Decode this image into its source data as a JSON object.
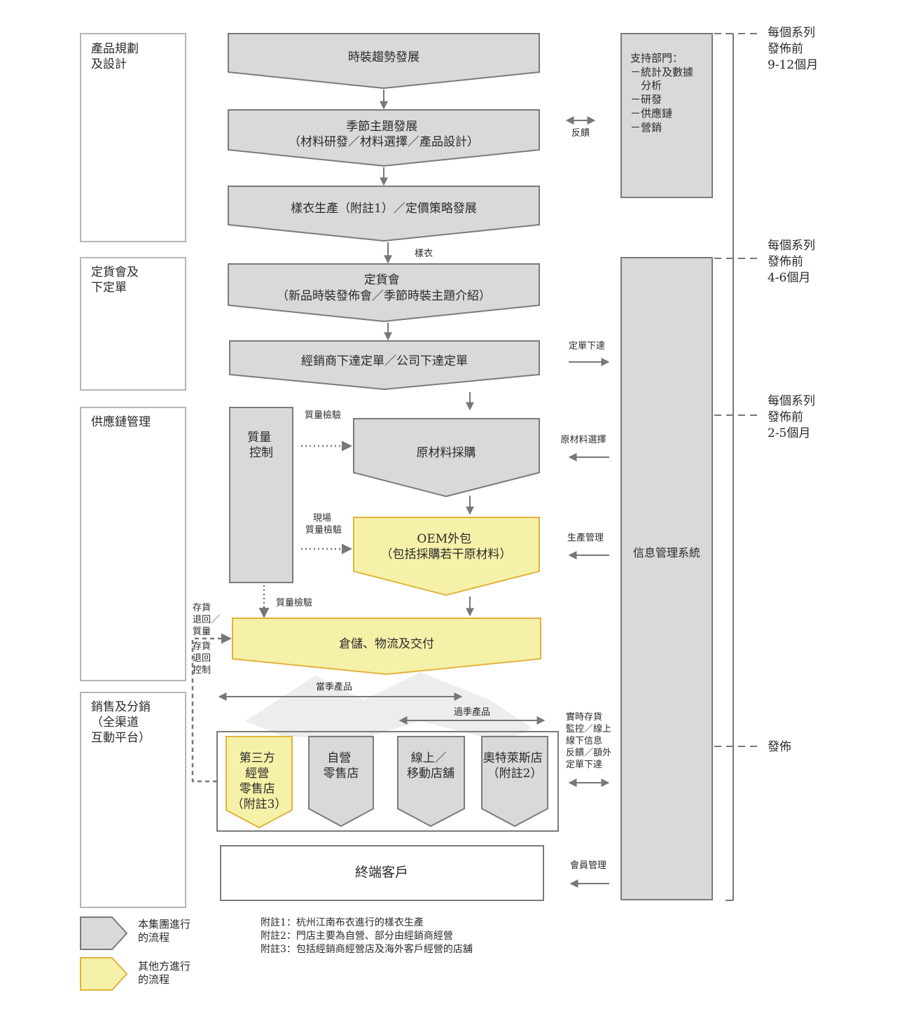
{
  "colors": {
    "gray_fill": "#d9d9d9",
    "gray_stroke": "#7a7a7a",
    "yellow_fill": "#f6f1a8",
    "yellow_stroke": "#e2b23c",
    "frame": "#b5b5b5",
    "arrow": "#777777"
  },
  "stages": [
    {
      "lines": [
        "產品規劃",
        "及設計"
      ]
    },
    {
      "lines": [
        "定貨會及",
        "下定單"
      ]
    },
    {
      "lines": [
        "供應鏈管理"
      ]
    },
    {
      "lines": [
        "銷售及分銷",
        "（全渠道",
        "互動平台）"
      ]
    }
  ],
  "steps": {
    "trend": [
      "時裝趨勢發展"
    ],
    "theme": [
      "季節主題發展",
      "（材料研發／材料選擇／產品設計）"
    ],
    "sample": [
      "樣衣生產（附註1）／定價策略發展"
    ],
    "fair": [
      "定貨會",
      "（新品時裝發佈會／季節時裝主題介紹）"
    ],
    "orders": [
      "經銷商下達定單／公司下達定單"
    ],
    "qc": [
      "質量",
      "控制"
    ],
    "procure": [
      "原材料採購"
    ],
    "oem": [
      "OEM外包",
      "（包括採購若干原材料）"
    ],
    "warehouse": [
      "倉儲、物流及交付"
    ],
    "customer": [
      "終端客戶"
    ]
  },
  "channels": [
    {
      "lines": [
        "第三方",
        "經營",
        "零售店",
        "（附註3）"
      ],
      "highlight": true
    },
    {
      "lines": [
        "自營",
        "零售店"
      ],
      "highlight": false
    },
    {
      "lines": [
        "線上／",
        "移動店舖"
      ],
      "highlight": false
    },
    {
      "lines": [
        "奧特萊斯店",
        "（附註2）"
      ],
      "highlight": false
    }
  ],
  "support": {
    "lines": [
      "支持部門：",
      "－統計及數據",
      "　分析",
      "－研發",
      "－供應鏈",
      "－營銷"
    ]
  },
  "info_system": {
    "label": "信息管理系統"
  },
  "flow_labels": {
    "feedback": "反饋",
    "sample_garment": "樣衣",
    "order_issue": "定單下達",
    "material_select": "原材料選擇",
    "production_mgmt": "生產管理",
    "qc_inspect_1": "質量檢驗",
    "qc_inspect_onsite": [
      "現場",
      "質量檢驗"
    ],
    "qc_inspect_2": "質量檢驗",
    "return_left": [
      "存貨",
      "退回／",
      "質量"
    ],
    "return_right": [
      "存貨",
      "退回",
      "控制"
    ],
    "current_season": "當季產品",
    "past_season": "過季產品",
    "realtime": [
      "實時存貨",
      "監控／線上",
      "線下信息",
      "反饋／額外",
      "定單下達"
    ],
    "member_mgmt": "會員管理"
  },
  "timeline": [
    {
      "lines": [
        "每個系列",
        "發佈前",
        "9-12個月"
      ]
    },
    {
      "lines": [
        "每個系列",
        "發佈前",
        "4-6個月"
      ]
    },
    {
      "lines": [
        "每個系列",
        "發佈前",
        "2-5個月"
      ]
    },
    {
      "lines": [
        "發佈"
      ]
    }
  ],
  "legend": [
    {
      "lines": [
        "本集團進行",
        "的流程"
      ]
    },
    {
      "lines": [
        "其他方進行",
        "的流程"
      ]
    }
  ],
  "notes": [
    "附註1：杭州江南布衣進行的樣衣生產",
    "附註2：門店主要為自營、部分由經銷商經營",
    "附註3：包括經銷商經營店及海外客戶經營的店舖"
  ]
}
